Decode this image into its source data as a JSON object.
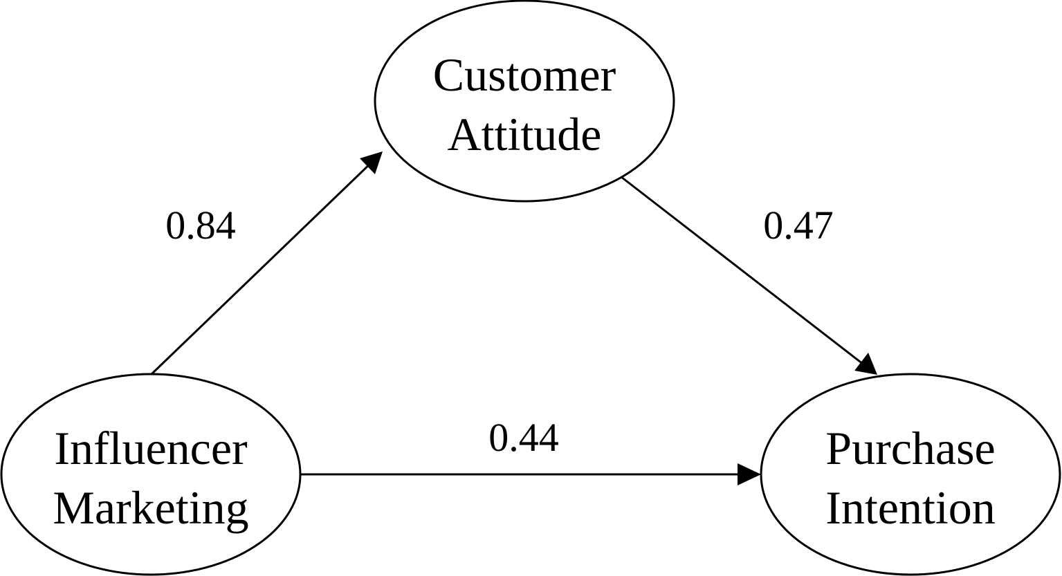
{
  "nodes": {
    "customer_attitude": {
      "line1": "Customer",
      "line2": "Attitude"
    },
    "influencer_marketing": {
      "line1": "Influencer",
      "line2": "Marketing"
    },
    "purchase_intention": {
      "line1": "Purchase",
      "line2": "Intention"
    }
  },
  "edges": {
    "influencer_to_attitude": {
      "from": "Influencer Marketing",
      "to": "Customer Attitude",
      "label": "0.84"
    },
    "attitude_to_purchase": {
      "from": "Customer Attitude",
      "to": "Purchase Intention",
      "label": "0.47"
    },
    "influencer_to_purchase": {
      "from": "Influencer Marketing",
      "to": "Purchase Intention",
      "label": "0.44"
    }
  },
  "colors": {
    "stroke": "#000000",
    "background": "#ffffff"
  }
}
